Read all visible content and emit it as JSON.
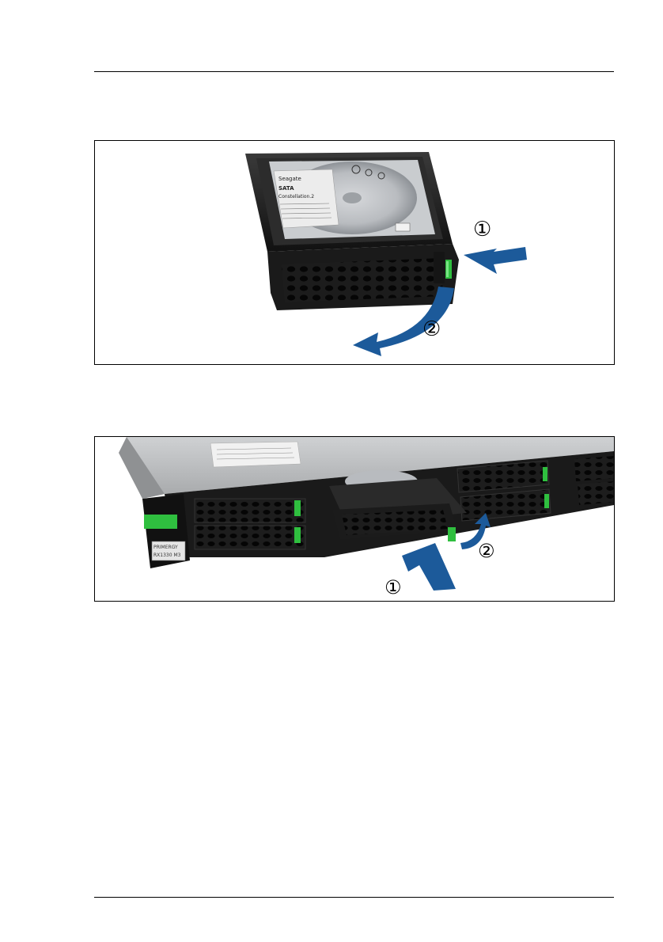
{
  "figure1": {
    "callouts": [
      "①",
      "②"
    ],
    "drive_labels": {
      "brand": "Seagate",
      "line1": "SATA",
      "line2": "Constellation.2"
    }
  },
  "figure2": {
    "callouts": [
      "①",
      "②"
    ],
    "badge": {
      "brand": "PRIMERGY",
      "model": "RX1330 M3"
    }
  },
  "colors": {
    "arrow_blue": "#1c5a9a",
    "latch_green": "#2fbf3f",
    "chassis_gray": "#a9abad",
    "bezel_dark": "#222222"
  }
}
